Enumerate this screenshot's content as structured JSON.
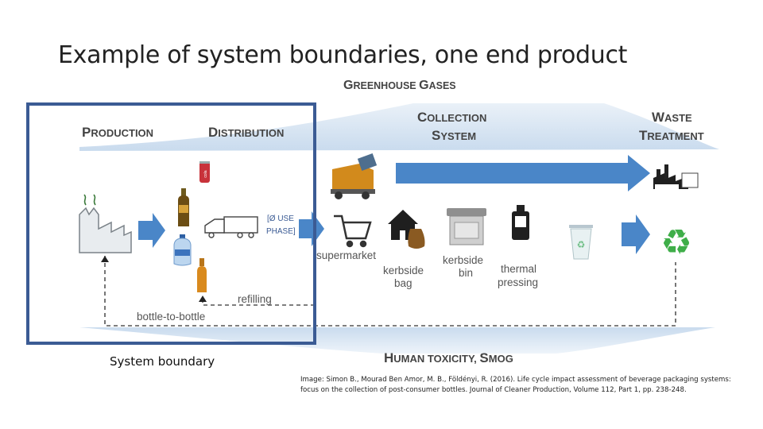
{
  "slide": {
    "title": "Example of system boundaries, one end product",
    "boundary_caption": "System boundary",
    "credit": "Image: Simon B., Mourad Ben Amor, M. B., Földényi, R. (2016). Life cycle impact assessment of beverage packaging systems: focus on the collection of post-consumer bottles. Journal of Cleaner Production, Volume 112, Part 1, pp. 238-248."
  },
  "diagram": {
    "greenhouse": {
      "g": "G",
      "reenhouse": "REENHOUSE",
      "g2": "G",
      "ases": "ASES"
    },
    "production": {
      "p": "P",
      "rest": "RODUCTION"
    },
    "distribution": {
      "d": "D",
      "rest": "ISTRIBUTION"
    },
    "collection": {
      "c": "C",
      "rest": "OLLECTION",
      "s": "S",
      "rest2": "YSTEM"
    },
    "waste": {
      "w": "W",
      "rest": "ASTE",
      "t": "T",
      "rest2": "REATMENT"
    },
    "human": {
      "h": "H",
      "rest": "UMAN",
      "toxicity": "TOXICITY,",
      "s": "S",
      "rest2": "MOG"
    },
    "use_phase_line1": "[Ø USE",
    "use_phase_line2": "PHASE]",
    "supermarket": "supermarket",
    "kerbside_bag_1": "kerbside",
    "kerbside_bag_2": "bag",
    "kerbside_bin_1": "kerbside",
    "kerbside_bin_2": "bin",
    "thermal_1": "thermal",
    "thermal_2": "pressing",
    "refilling": "refilling",
    "bottle_to_bottle": "bottle-to-bottle",
    "can_label": "cola"
  },
  "colors": {
    "boundary": "#3b5b94",
    "arrow_blue": "#4a86c8",
    "band_light": "#dbe6f2",
    "recycle_green": "#3fae49"
  }
}
